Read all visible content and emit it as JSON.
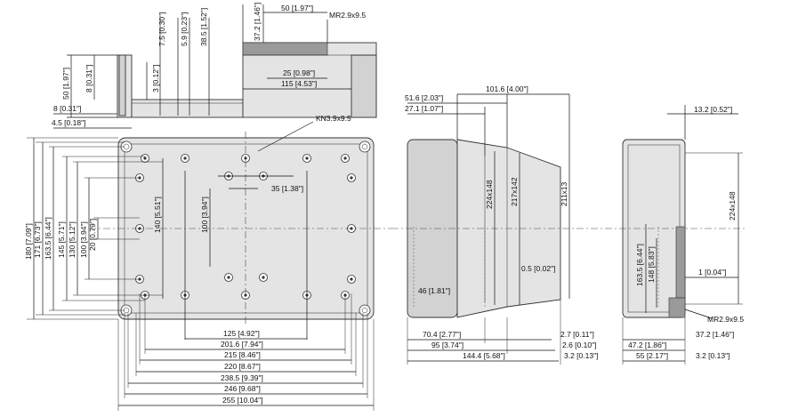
{
  "top_left_view": {
    "labels": [
      "50 [1.97\"]",
      "MR2.9x9.5",
      "37.2 [1.46\"]",
      "38.5 [1.52\"]",
      "5.9 [0.23\"]",
      "7.5 [0.30\"]",
      "25 [0.98\"]",
      "115 [4.53\"]",
      "8 [0.31\"]",
      "50 [1.97\"]",
      "3 [0.12\"]",
      "8 [0.31\"]",
      "4.5 [0.18\"]"
    ]
  },
  "front_view": {
    "callout": "KN3.9x9.5",
    "inner_labels": [
      "35 [1.38\"]",
      "100 [3.94\"]",
      "140 [5.51\"]"
    ],
    "vertical_labels": [
      "180 [7.09\"]",
      "171 [6.73\"]",
      "163.5 [6.44\"]",
      "145 [5.71\"]",
      "130 [5.12\"]",
      "100 [3.94\"]",
      "20 [0.79\"]"
    ],
    "bottom_labels": [
      "125 [4.92\"]",
      "201.6 [7.94\"]",
      "215 [8.46\"]",
      "220 [8.67\"]",
      "238.5 [9.39\"]",
      "246 [9.68\"]",
      "255 [10.04\"]"
    ]
  },
  "side_view": {
    "top_labels": [
      "51.6 [2.03\"]",
      "27.1 [1.07\"]",
      "101.6 [4.00\"]"
    ],
    "vertical_labels": [
      "224x148",
      "217x142",
      "211x13"
    ],
    "inner_labels": [
      "46 [1.81\"]",
      "0.5 [0.02\"]"
    ],
    "bottom_labels": [
      "70.4 [2.77\"]",
      "95 [3.74\"]",
      "144.4 [5.68\"]",
      "2.7 [0.11\"]",
      "2.6 [0.10\"]",
      "3.2 [0.13\"]"
    ]
  },
  "right_view": {
    "labels": [
      "13.2 [0.52\"]",
      "224x148",
      "163.5 [6.44\"]",
      "148 [5.83\"]",
      "1 [0.04\"]",
      "MR2.9x9.5",
      "37.2 [1.46\"]",
      "47.2 [1.86\"]",
      "55 [2.17\"]",
      "3.2 [0.13\"]"
    ]
  }
}
